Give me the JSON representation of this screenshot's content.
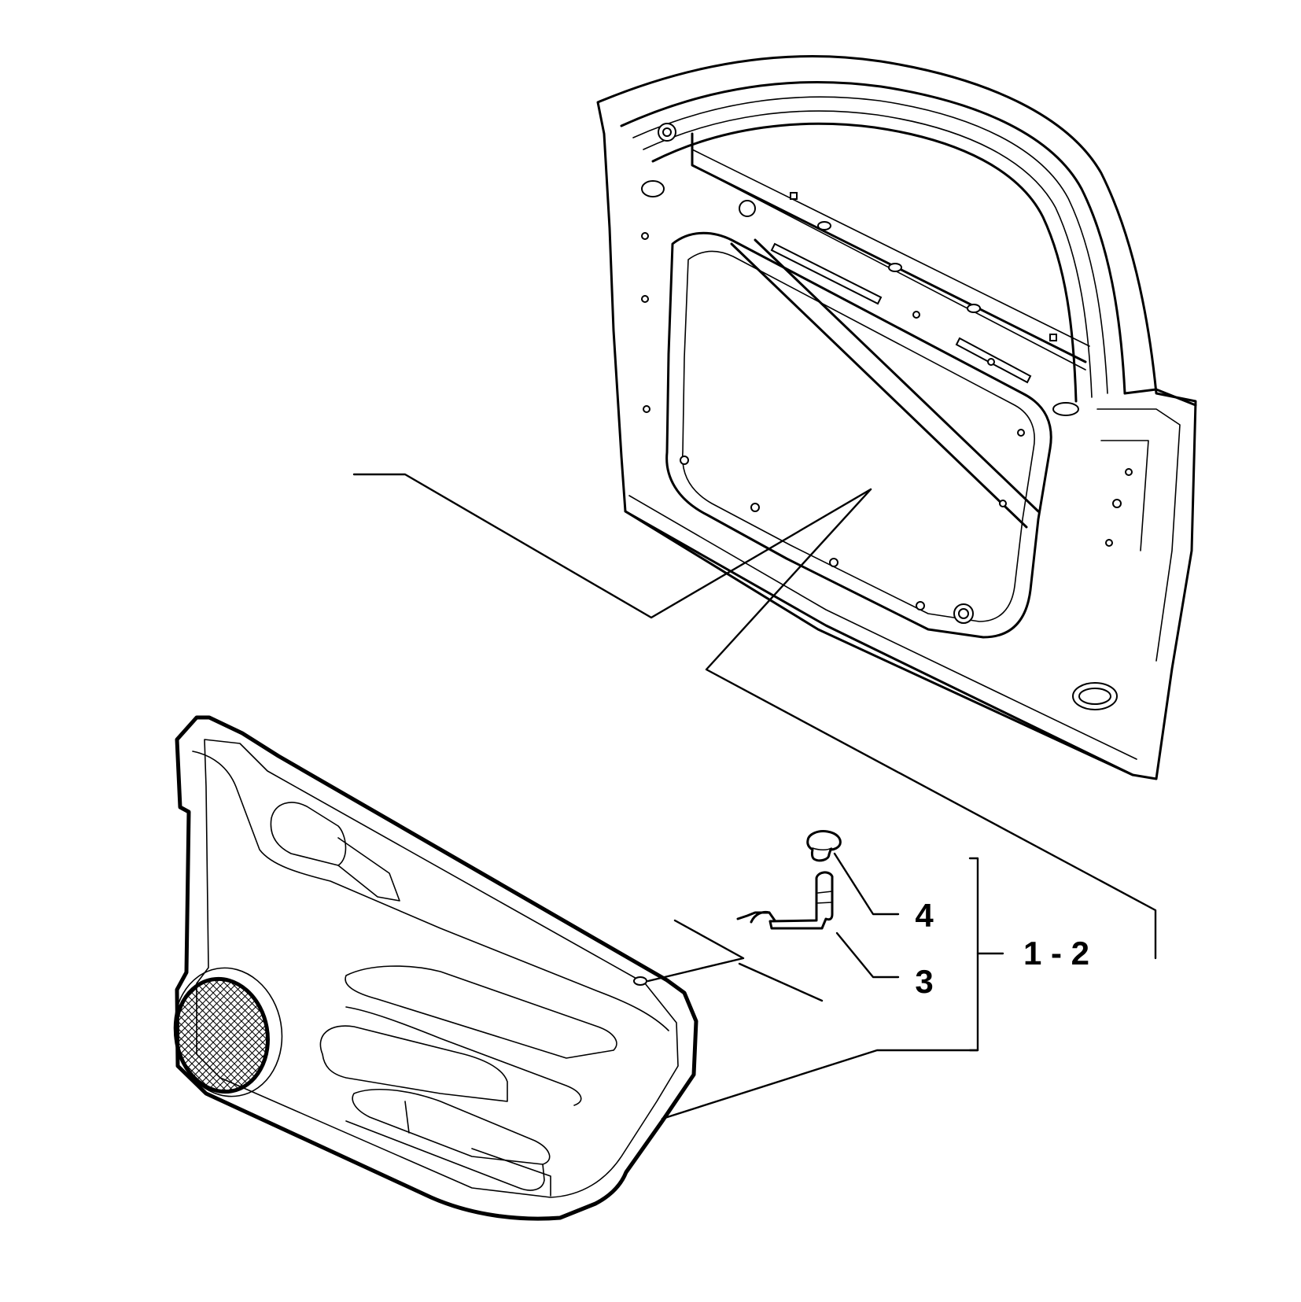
{
  "callouts": {
    "item_4": "4",
    "item_3": "3",
    "item_1_2": "1 - 2"
  },
  "colors": {
    "line": "#000000",
    "background": "#ffffff"
  }
}
